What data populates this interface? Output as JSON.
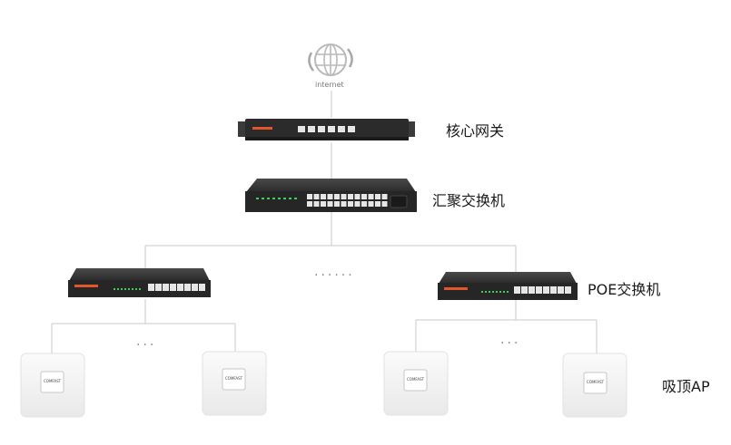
{
  "internet": {
    "label": "internet"
  },
  "labels": {
    "core_gateway": "核心网关",
    "aggregation_switch": "汇聚交换机",
    "poe_switch": "POE交换机",
    "ceiling_ap": "吸顶AP"
  },
  "device_brand": "COMFAST",
  "ellipsis": {
    "middle": "······",
    "left_aps": "···",
    "right_aps": "···"
  },
  "colors": {
    "line": "#c8c8c8",
    "device_dark": "#2b2b2b",
    "port": "#e6e6e6",
    "led_green": "#3ecf5a",
    "brand_orange": "#e0582a",
    "ap_body": "#f4f4f4"
  }
}
